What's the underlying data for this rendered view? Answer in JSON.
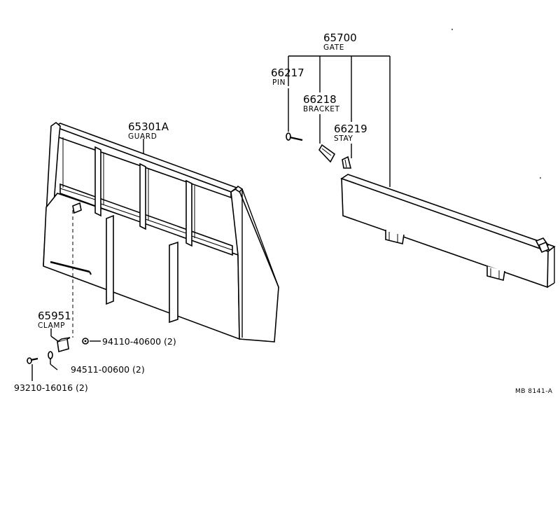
{
  "gate": {
    "part_no": "65700",
    "name": "GATE"
  },
  "pin": {
    "part_no": "66217",
    "name": "PIN"
  },
  "bracket": {
    "part_no": "66218",
    "name": "BRACKET"
  },
  "stay": {
    "part_no": "66219",
    "name": "STAY"
  },
  "guard": {
    "part_no": "65301A",
    "name": "GUARD"
  },
  "clamp": {
    "part_no": "65951",
    "name": "CLAMP"
  },
  "washer": {
    "ref": "94110-40600 (2)"
  },
  "nut": {
    "ref": "94511-00600 (2)"
  },
  "bolt": {
    "ref": "93210-16016 (2)"
  },
  "diagram_code": "MB  8141-A"
}
